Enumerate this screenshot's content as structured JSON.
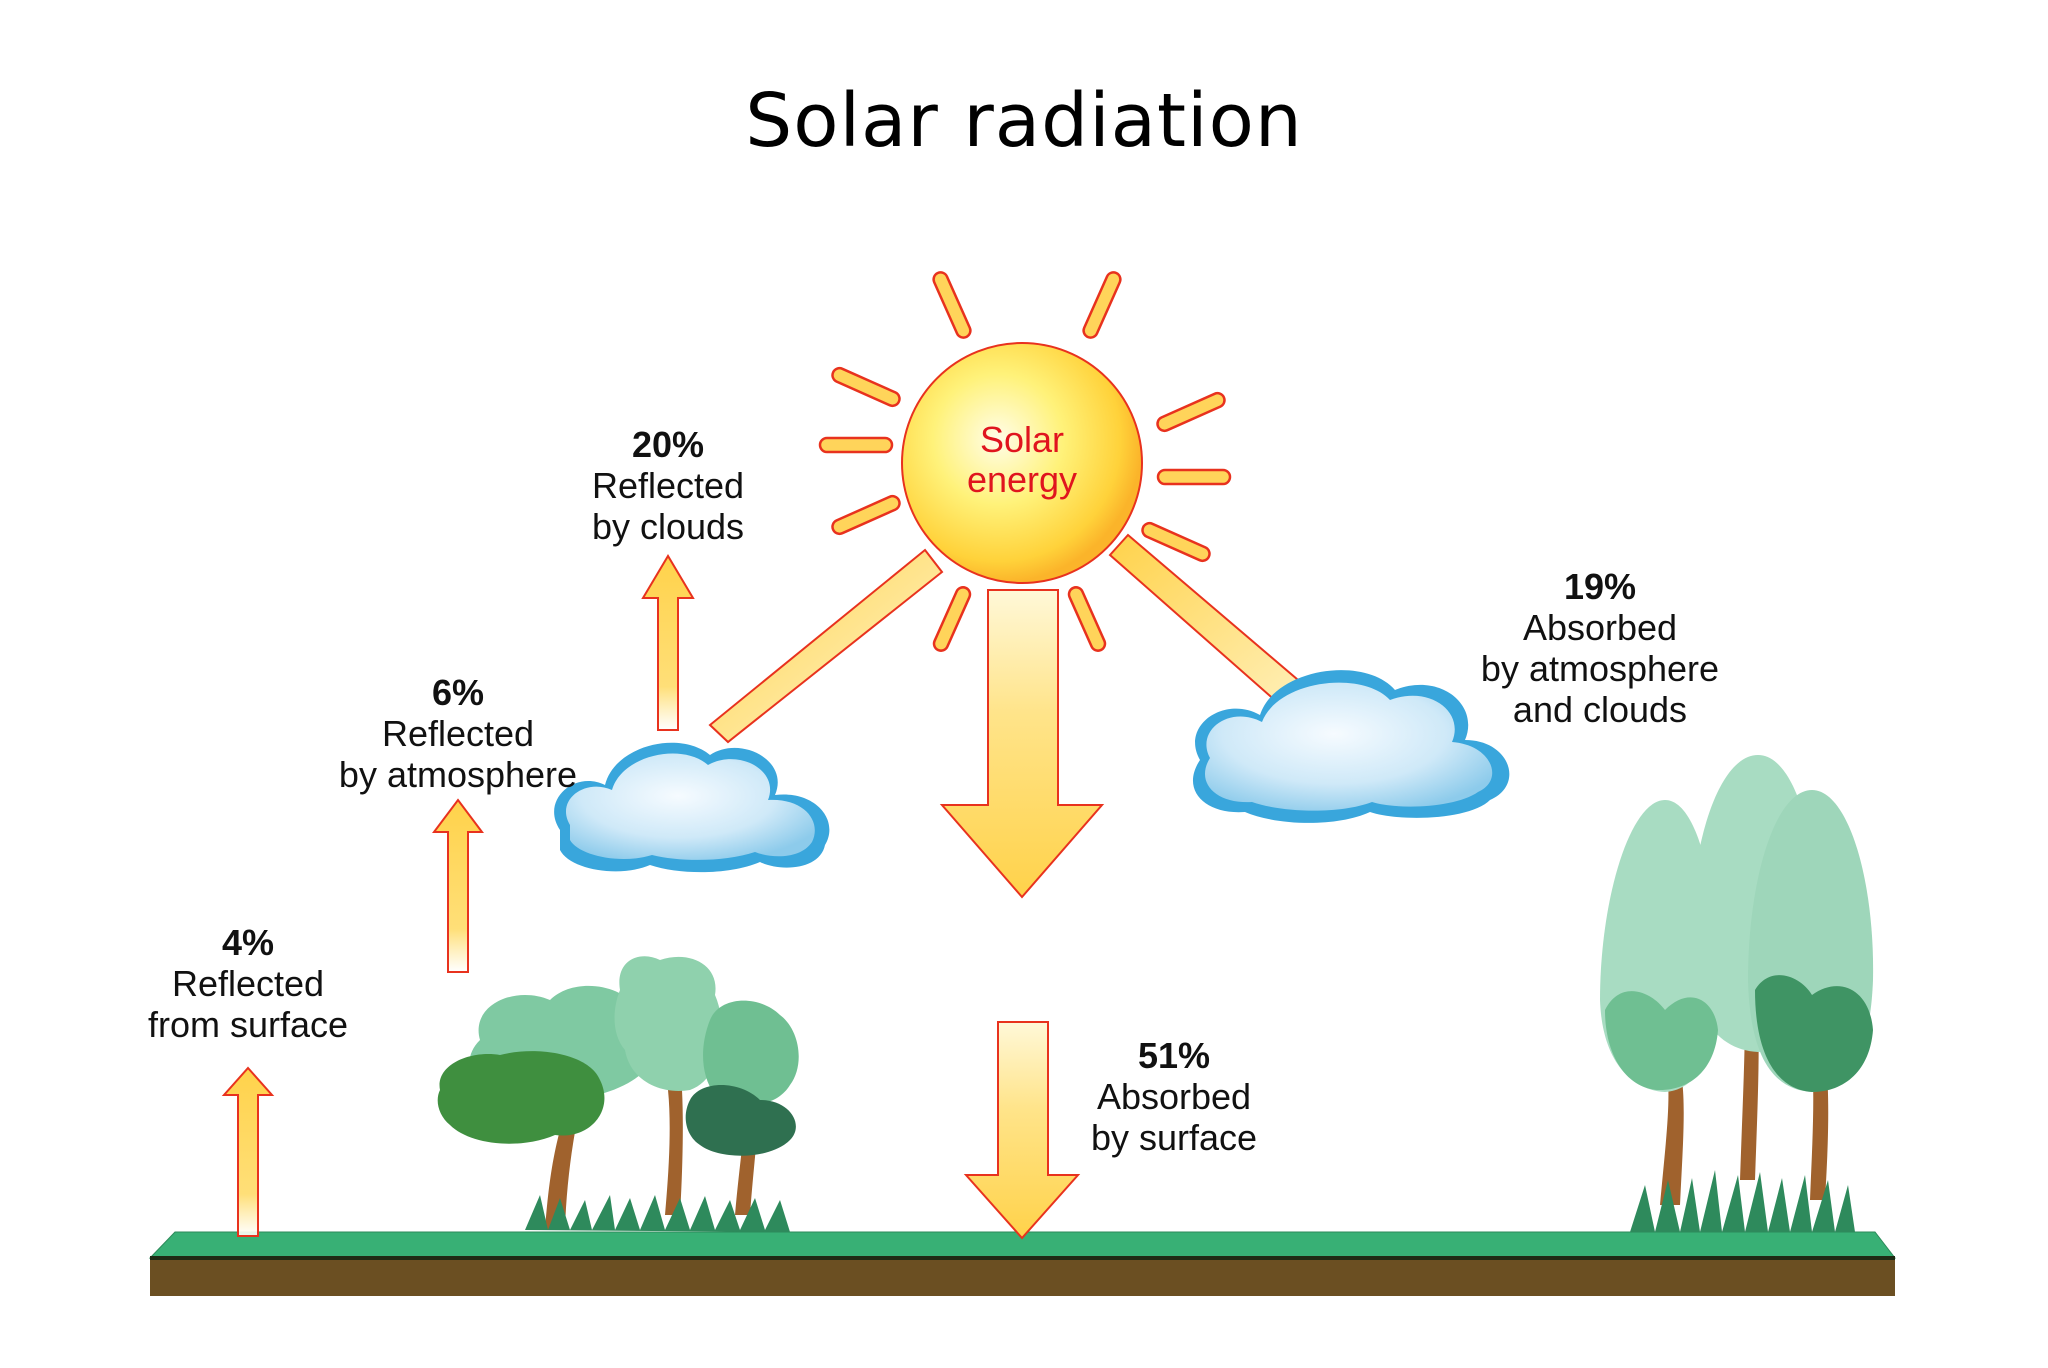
{
  "title": "Solar radiation",
  "sun": {
    "label_line1": "Solar",
    "label_line2": "energy"
  },
  "flows": [
    {
      "id": "clouds_reflect",
      "percent": "20%",
      "line1": "Reflected",
      "line2": "by clouds",
      "line3": ""
    },
    {
      "id": "atmosphere_reflect",
      "percent": "6%",
      "line1": "Reflected",
      "line2": "by atmosphere",
      "line3": ""
    },
    {
      "id": "surface_reflect",
      "percent": "4%",
      "line1": "Reflected",
      "line2": "from surface",
      "line3": ""
    },
    {
      "id": "surface_absorb",
      "percent": "51%",
      "line1": "Absorbed",
      "line2": "by surface",
      "line3": ""
    },
    {
      "id": "atmosphere_absorb",
      "percent": "19%",
      "line1": "Absorbed",
      "line2": "by atmosphere",
      "line3": "and clouds"
    }
  ],
  "colors": {
    "sun_fill": "#ffe34d",
    "sun_outline": "#e8321e",
    "arrow_fill": "#ffd45a",
    "arrow_outline": "#e8321e",
    "cloud_blue": "#39a6dc",
    "grass_green": "#38b075",
    "soil_brown": "#6b4f22",
    "label_red": "#e0141e"
  }
}
